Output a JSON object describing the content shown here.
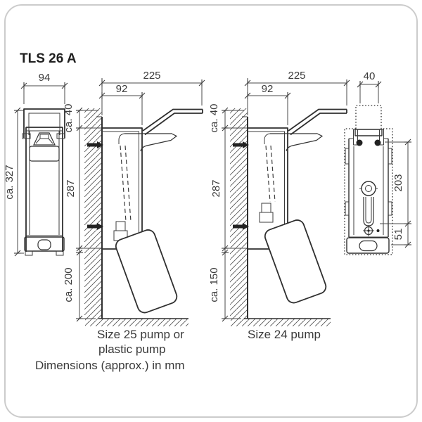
{
  "title": "TLS 26 A",
  "footer_note": "Dimensions (approx.) in mm",
  "front_view": {
    "width": "94",
    "height": "ca. 327"
  },
  "side_view_size25": {
    "depth_total": "225",
    "depth_body": "92",
    "lever_rise": "ca. 40",
    "body_height": "287",
    "floor_clearance": "ca. 200",
    "caption_line1": "Size 25 pump or",
    "caption_line2": "plastic pump"
  },
  "side_view_size24": {
    "depth_total": "225",
    "depth_body": "92",
    "lever_rise": "ca. 40",
    "body_height": "287",
    "floor_clearance": "ca. 150",
    "caption": "Size 24 pump"
  },
  "rear_view": {
    "top_width": "40",
    "mount_height": "203",
    "bottom_offset": "51"
  },
  "colors": {
    "line": "#2f2f2f",
    "text": "#3a3a3a",
    "card_border": "#cccccc"
  }
}
